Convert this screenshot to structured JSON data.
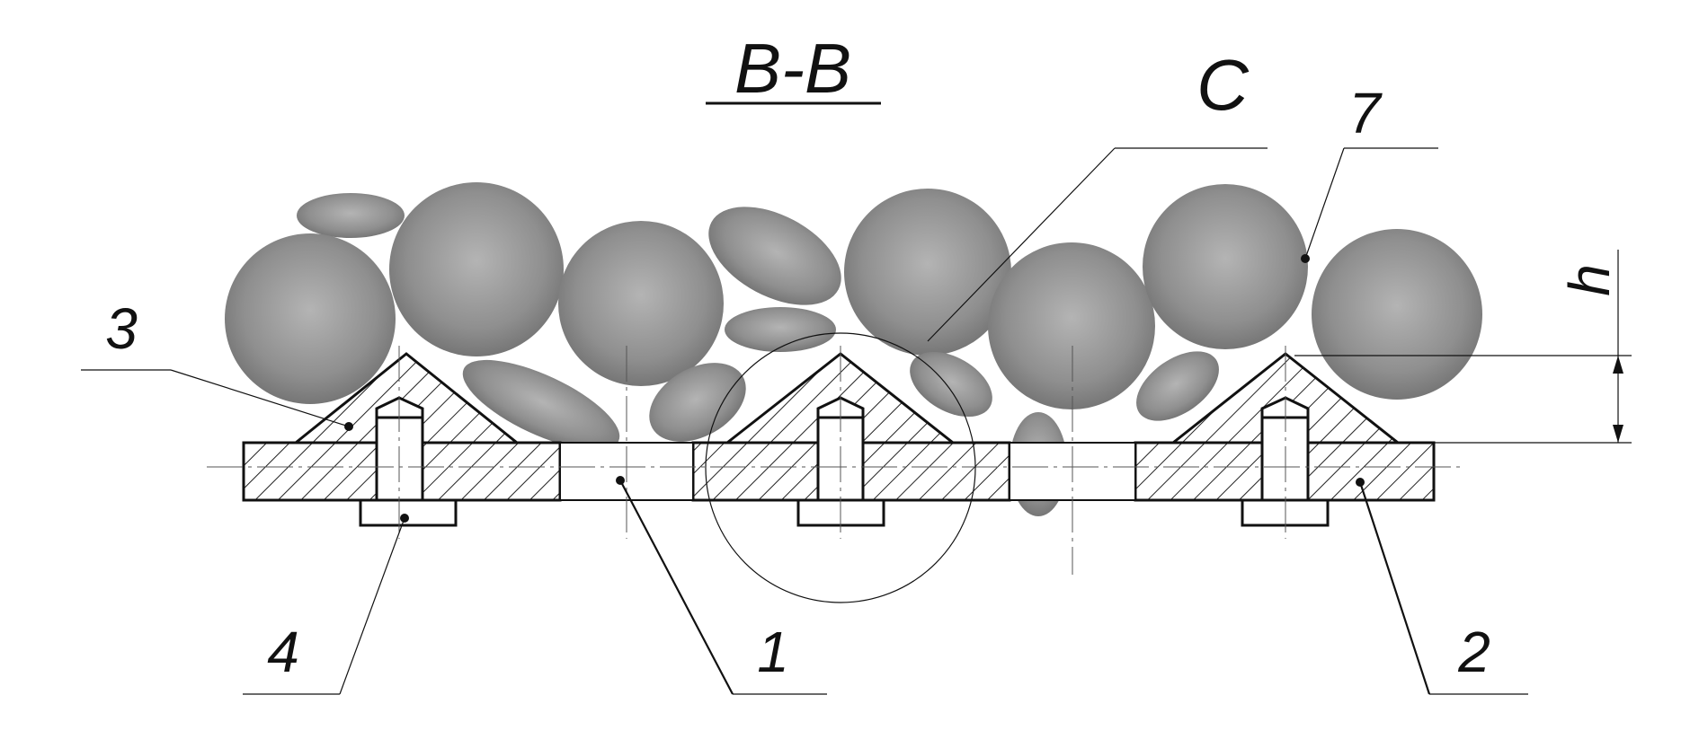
{
  "title": "B-B",
  "detail_label": "C",
  "dimension_label": "h",
  "callouts": {
    "c1": "1",
    "c2": "2",
    "c3": "3",
    "c4": "4",
    "c7": "7"
  }
}
